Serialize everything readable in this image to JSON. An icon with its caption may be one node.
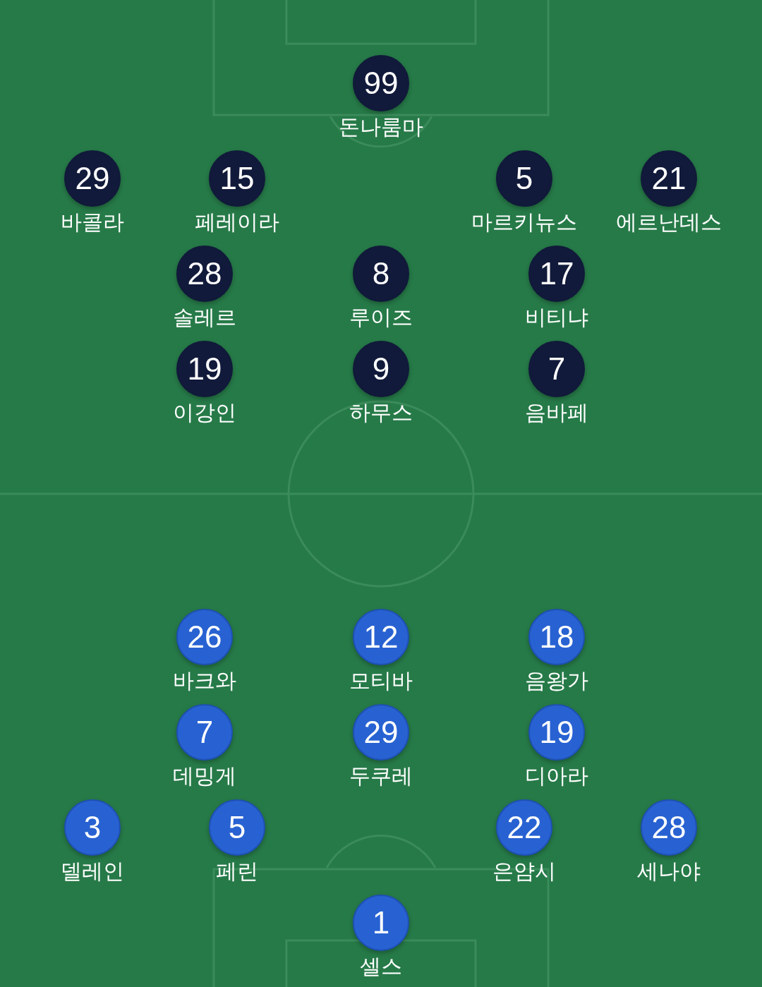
{
  "diagram": {
    "nodes": [
      {
        "text": [
          "99"
        ],
        "beside": [
          "돈나룸마"
        ]
      },
      {
        "text": [
          "29"
        ],
        "beside": [
          "바콜라"
        ]
      },
      {
        "text": [
          "15"
        ],
        "beside": [
          "페레이라"
        ]
      },
      {
        "text": [
          "5"
        ],
        "beside": [
          "마르키뉴스"
        ]
      },
      {
        "text": [
          "21"
        ],
        "beside": [
          "에르난데스"
        ]
      },
      {
        "text": [
          "28"
        ],
        "beside": [
          "솔레르"
        ]
      },
      {
        "text": [
          "8"
        ],
        "beside": [
          "루이즈"
        ]
      },
      {
        "text": [
          "17"
        ],
        "beside": [
          "비티냐"
        ]
      },
      {
        "text": [
          "19"
        ],
        "beside": [
          "이강인"
        ]
      },
      {
        "text": [
          "9"
        ],
        "beside": [
          "하무스"
        ]
      },
      {
        "text": [
          "7"
        ],
        "beside": [
          "음바페"
        ]
      },
      {
        "text": [
          "26"
        ],
        "beside": [
          "바크와"
        ]
      },
      {
        "text": [
          "12"
        ],
        "beside": [
          "모티바"
        ]
      },
      {
        "text": [
          "18"
        ],
        "beside": [
          "음왕가"
        ]
      },
      {
        "text": [
          "7"
        ],
        "beside": [
          "데밍게"
        ]
      },
      {
        "text": [
          "29"
        ],
        "beside": [
          "두쿠레"
        ]
      },
      {
        "text": [
          "19"
        ],
        "beside": [
          "디아라"
        ]
      },
      {
        "text": [
          "3"
        ],
        "beside": [
          "델레인"
        ]
      },
      {
        "text": [
          "5"
        ],
        "beside": [
          "페린"
        ]
      },
      {
        "text": [
          "22"
        ],
        "beside": [
          "은얌시"
        ]
      },
      {
        "text": [
          "28"
        ],
        "beside": [
          "세나야"
        ]
      },
      {
        "text": [
          "1"
        ],
        "beside": [
          "셀스"
        ]
      }
    ]
  }
}
